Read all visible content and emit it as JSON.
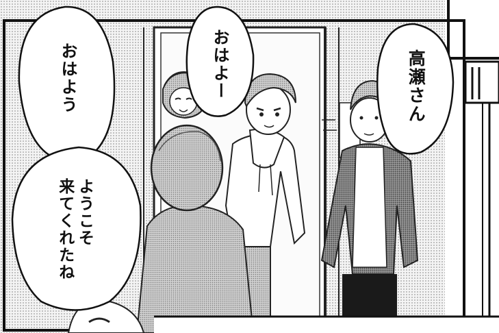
{
  "speech": {
    "left": "おはよう",
    "top_center": "おはよー",
    "right": "高瀬さん",
    "bottom_left_line1": "ようこそ",
    "bottom_left_line2": "来てくれたね"
  }
}
